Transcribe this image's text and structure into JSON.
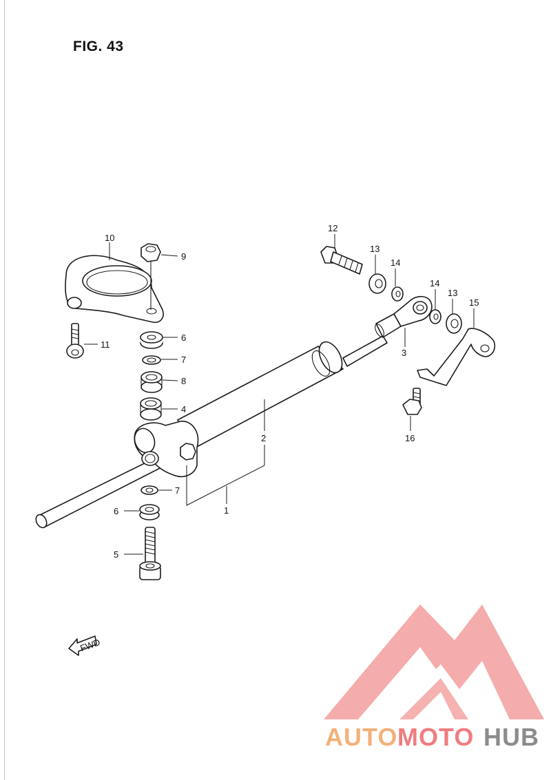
{
  "figure": {
    "title": "FIG. 43"
  },
  "callouts": {
    "c1": "1",
    "c2": "2",
    "c3": "3",
    "c4": "4",
    "c5": "5",
    "c6a": "6",
    "c6b": "6",
    "c7a": "7",
    "c7b": "7",
    "c8": "8",
    "c9": "9",
    "c10": "10",
    "c11": "11",
    "c12": "12",
    "c13a": "13",
    "c13b": "13",
    "c14a": "14",
    "c14b": "14",
    "c15": "15",
    "c16": "16"
  },
  "direction_marker": {
    "label": "FWD"
  },
  "watermark": {
    "part1": "AUTO",
    "part2": "MOTO",
    "part3": "HUB",
    "colors": {
      "auto": "#f2b27a",
      "moto": "#ef7d80",
      "hub": "#8c8c8c"
    }
  }
}
